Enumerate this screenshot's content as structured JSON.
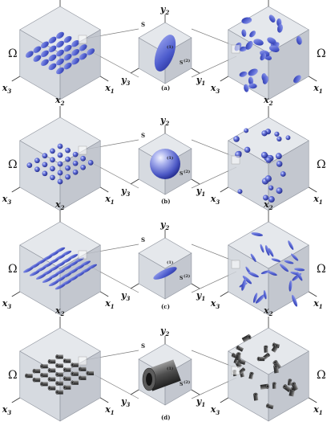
{
  "omega_symbol": "Ω",
  "rve_label": "S",
  "axes": {
    "x1": "x",
    "x2": "x",
    "x3": "x",
    "y1": "y",
    "y2": "y",
    "y3": "y",
    "sub1": "1",
    "sub2": "2",
    "sub3": "3"
  },
  "phase_labels": {
    "inclusion": "(1)",
    "matrix": "(2)"
  },
  "panels": [
    {
      "id": "a",
      "caption": "(a)",
      "inclusion": "ellipsoid-spheroid",
      "distribution_left": "aligned",
      "distribution_right": "random"
    },
    {
      "id": "b",
      "caption": "(b)",
      "inclusion": "sphere",
      "distribution_left": "aligned",
      "distribution_right": "random"
    },
    {
      "id": "c",
      "caption": "(c)",
      "inclusion": "prolate-needle",
      "distribution_left": "aligned",
      "distribution_right": "random"
    },
    {
      "id": "d",
      "caption": "(d)",
      "inclusion": "hollow-cylinder",
      "distribution_left": "aligned",
      "distribution_right": "random"
    }
  ],
  "colors": {
    "cube_face_front": "#cfd3db",
    "cube_face_side": "#b9bdc7",
    "cube_face_top": "#e2e5ea",
    "cube_edge": "#8d929c",
    "inclusion_blue": "#4f5fcf",
    "inclusion_blue_dark": "#2b35a0",
    "inclusion_grey": "#4a4a4a",
    "connector": "#7d7d7d"
  }
}
